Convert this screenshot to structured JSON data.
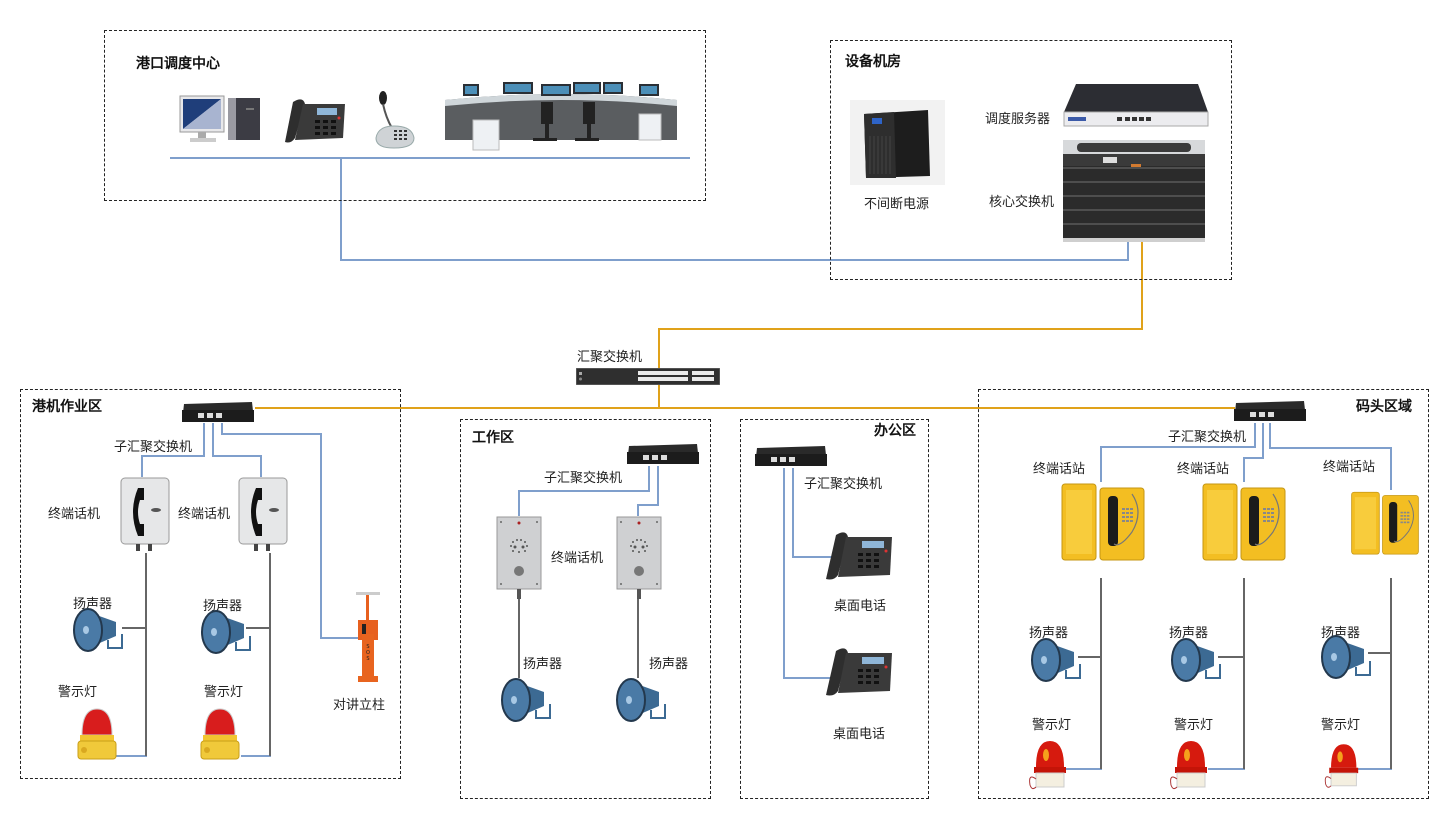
{
  "zones": {
    "dispatch_center": "港口调度中心",
    "equipment_room": "设备机房",
    "crane_area": "港机作业区",
    "work_area": "工作区",
    "office_area": "办公区",
    "wharf_area": "码头区域"
  },
  "equipment_room": {
    "ups_label": "不间断电源",
    "server_label": "调度服务器",
    "core_switch_label": "核心交换机"
  },
  "aggregation_switch_label": "汇聚交换机",
  "crane_area": {
    "sub_switch_label": "子汇聚交换机",
    "terminals": [
      "终端话机",
      "终端话机"
    ],
    "speakers": [
      "扬声器",
      "扬声器"
    ],
    "lights": [
      "警示灯",
      "警示灯"
    ],
    "pillar_label": "对讲立柱"
  },
  "work_area": {
    "sub_switch_label": "子汇聚交换机",
    "terminal_label": "终端话机",
    "speakers": [
      "扬声器",
      "扬声器"
    ]
  },
  "office_area": {
    "sub_switch_label": "子汇聚交换机",
    "phones": [
      "桌面电话",
      "桌面电话"
    ]
  },
  "wharf_area": {
    "sub_switch_label": "子汇聚交换机",
    "stations": [
      "终端话站",
      "终端话站",
      "终端话站"
    ],
    "speakers": [
      "扬声器",
      "扬声器",
      "扬声器"
    ],
    "lights": [
      "警示灯",
      "警示灯",
      "警示灯"
    ]
  },
  "colors": {
    "lan_blue": "#7f9fcc",
    "trunk_orange": "#e0a21a",
    "device_wire_gray": "#666666"
  }
}
